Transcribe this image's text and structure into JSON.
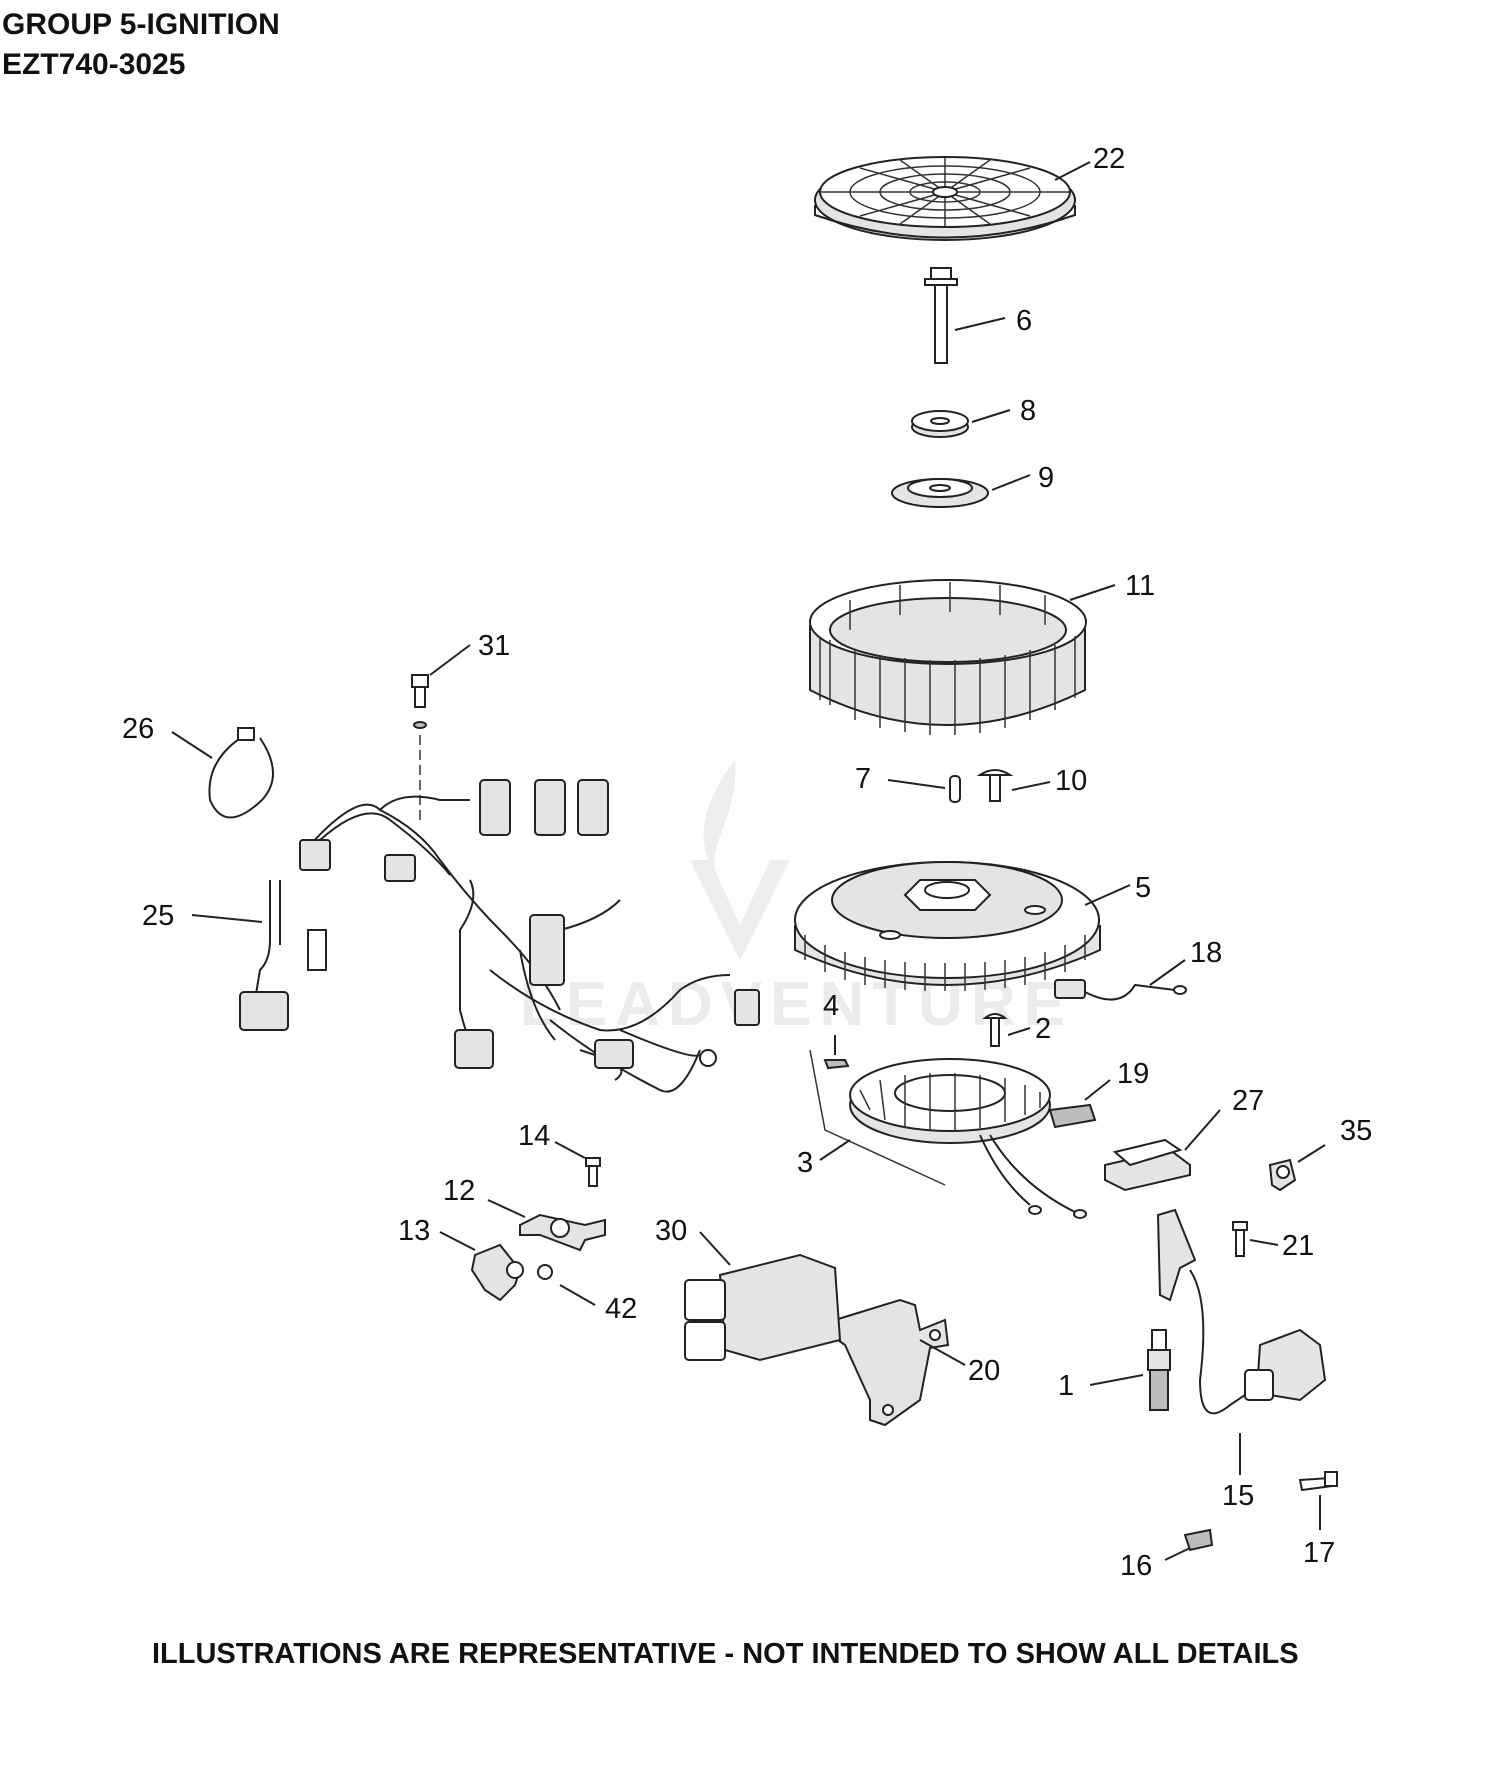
{
  "header": {
    "title": "GROUP 5-IGNITION",
    "model": "EZT740-3025"
  },
  "footer": {
    "disclaimer": "ILLUSTRATIONS ARE REPRESENTATIVE - NOT INTENDED TO SHOW ALL DETAILS"
  },
  "watermark": "LEADVENTURE",
  "callouts": {
    "c1": "1",
    "c2": "2",
    "c3": "3",
    "c4": "4",
    "c5": "5",
    "c6": "6",
    "c7": "7",
    "c8": "8",
    "c9": "9",
    "c10": "10",
    "c11": "11",
    "c12": "12",
    "c13": "13",
    "c14": "14",
    "c15": "15",
    "c16": "16",
    "c17": "17",
    "c18": "18",
    "c19": "19",
    "c20": "20",
    "c21": "21",
    "c22": "22",
    "c25": "25",
    "c26": "26",
    "c27": "27",
    "c30": "30",
    "c31": "31",
    "c35": "35",
    "c42": "42"
  }
}
